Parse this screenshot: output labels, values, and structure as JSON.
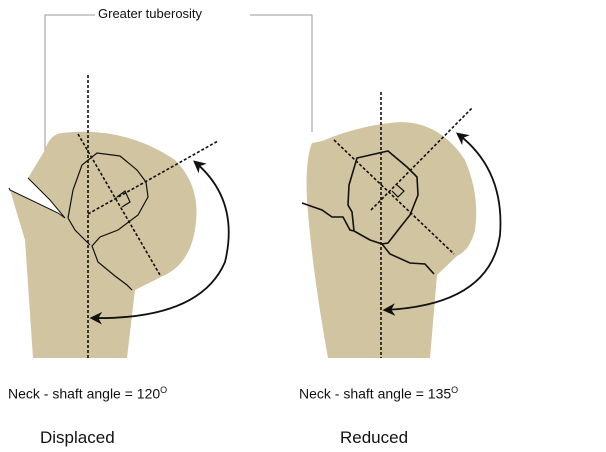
{
  "label_top": "Greater tuberosity",
  "left": {
    "angle_text": "Neck - shaft angle = 120",
    "degree": "O",
    "state": "Displaced"
  },
  "right": {
    "angle_text": "Neck - shaft angle = 135",
    "degree": "O",
    "state": "Reduced"
  },
  "colors": {
    "bone": "#d1c4a0",
    "line": "#111111",
    "leader": "#999999"
  }
}
